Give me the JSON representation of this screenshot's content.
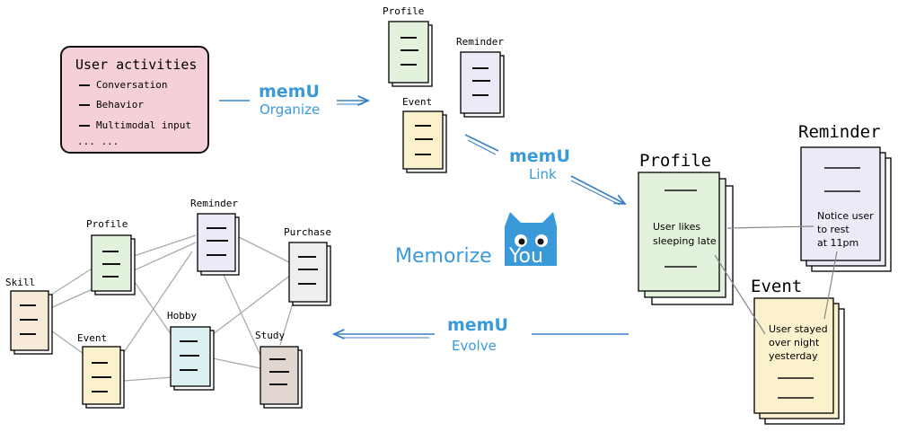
{
  "colors": {
    "ink": "#111111",
    "brand_blue": "#3a9ad9",
    "activities_fill": "#f5d0d8",
    "profile_fill": "#e3f2dc",
    "reminder_fill": "#eceaf6",
    "event_fill": "#fbf1cc",
    "skill_fill": "#f8ead8",
    "hobby_fill": "#dcf0f2",
    "purchase_fill": "#eeeeee",
    "study_fill": "#e2d6d0",
    "link_line": "#aaaaaa"
  },
  "user_activities": {
    "title": "User activities",
    "items": [
      "Conversation",
      "Behavior",
      "Multimodal input",
      "... ..."
    ]
  },
  "steps": {
    "organize": {
      "brand": "memU",
      "label": "Organize"
    },
    "link": {
      "brand": "memU",
      "label": "Link"
    },
    "evolve": {
      "brand": "memU",
      "label": "Evolve"
    }
  },
  "organized_docs": {
    "profile": "Profile",
    "reminder": "Reminder",
    "event": "Event"
  },
  "linked": {
    "profile_title": "Profile",
    "profile_note": [
      "User likes",
      "sleeping late"
    ],
    "reminder_title": "Reminder",
    "reminder_note": [
      "Notice user",
      "to rest",
      "at 11pm"
    ],
    "event_title": "Event",
    "event_note": [
      "User stayed",
      "over night",
      "yesterday"
    ]
  },
  "center_logo": {
    "word1": "Memorize",
    "word2": "You"
  },
  "graph": {
    "skill": "Skill",
    "profile": "Profile",
    "reminder": "Reminder",
    "purchase": "Purchase",
    "event": "Event",
    "hobby": "Hobby",
    "study": "Study"
  }
}
